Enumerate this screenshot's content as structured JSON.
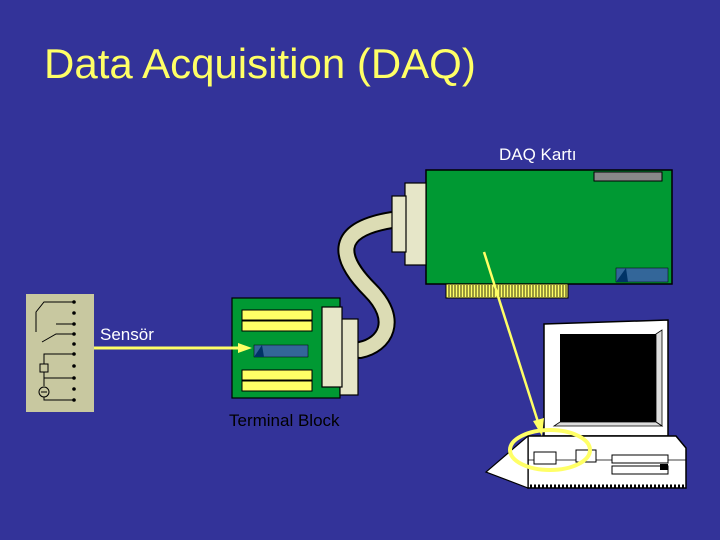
{
  "slide": {
    "title": "Data Acquisition (DAQ)",
    "labels": {
      "daq_card": "DAQ Kartı",
      "sensor": "Sensör",
      "terminal_block": "Terminal Block"
    },
    "colors": {
      "background": "#333399",
      "title": "#ffff66",
      "board_green": "#009933",
      "arrow_yellow": "#ffff66",
      "cable": "#dcdcb4"
    }
  }
}
